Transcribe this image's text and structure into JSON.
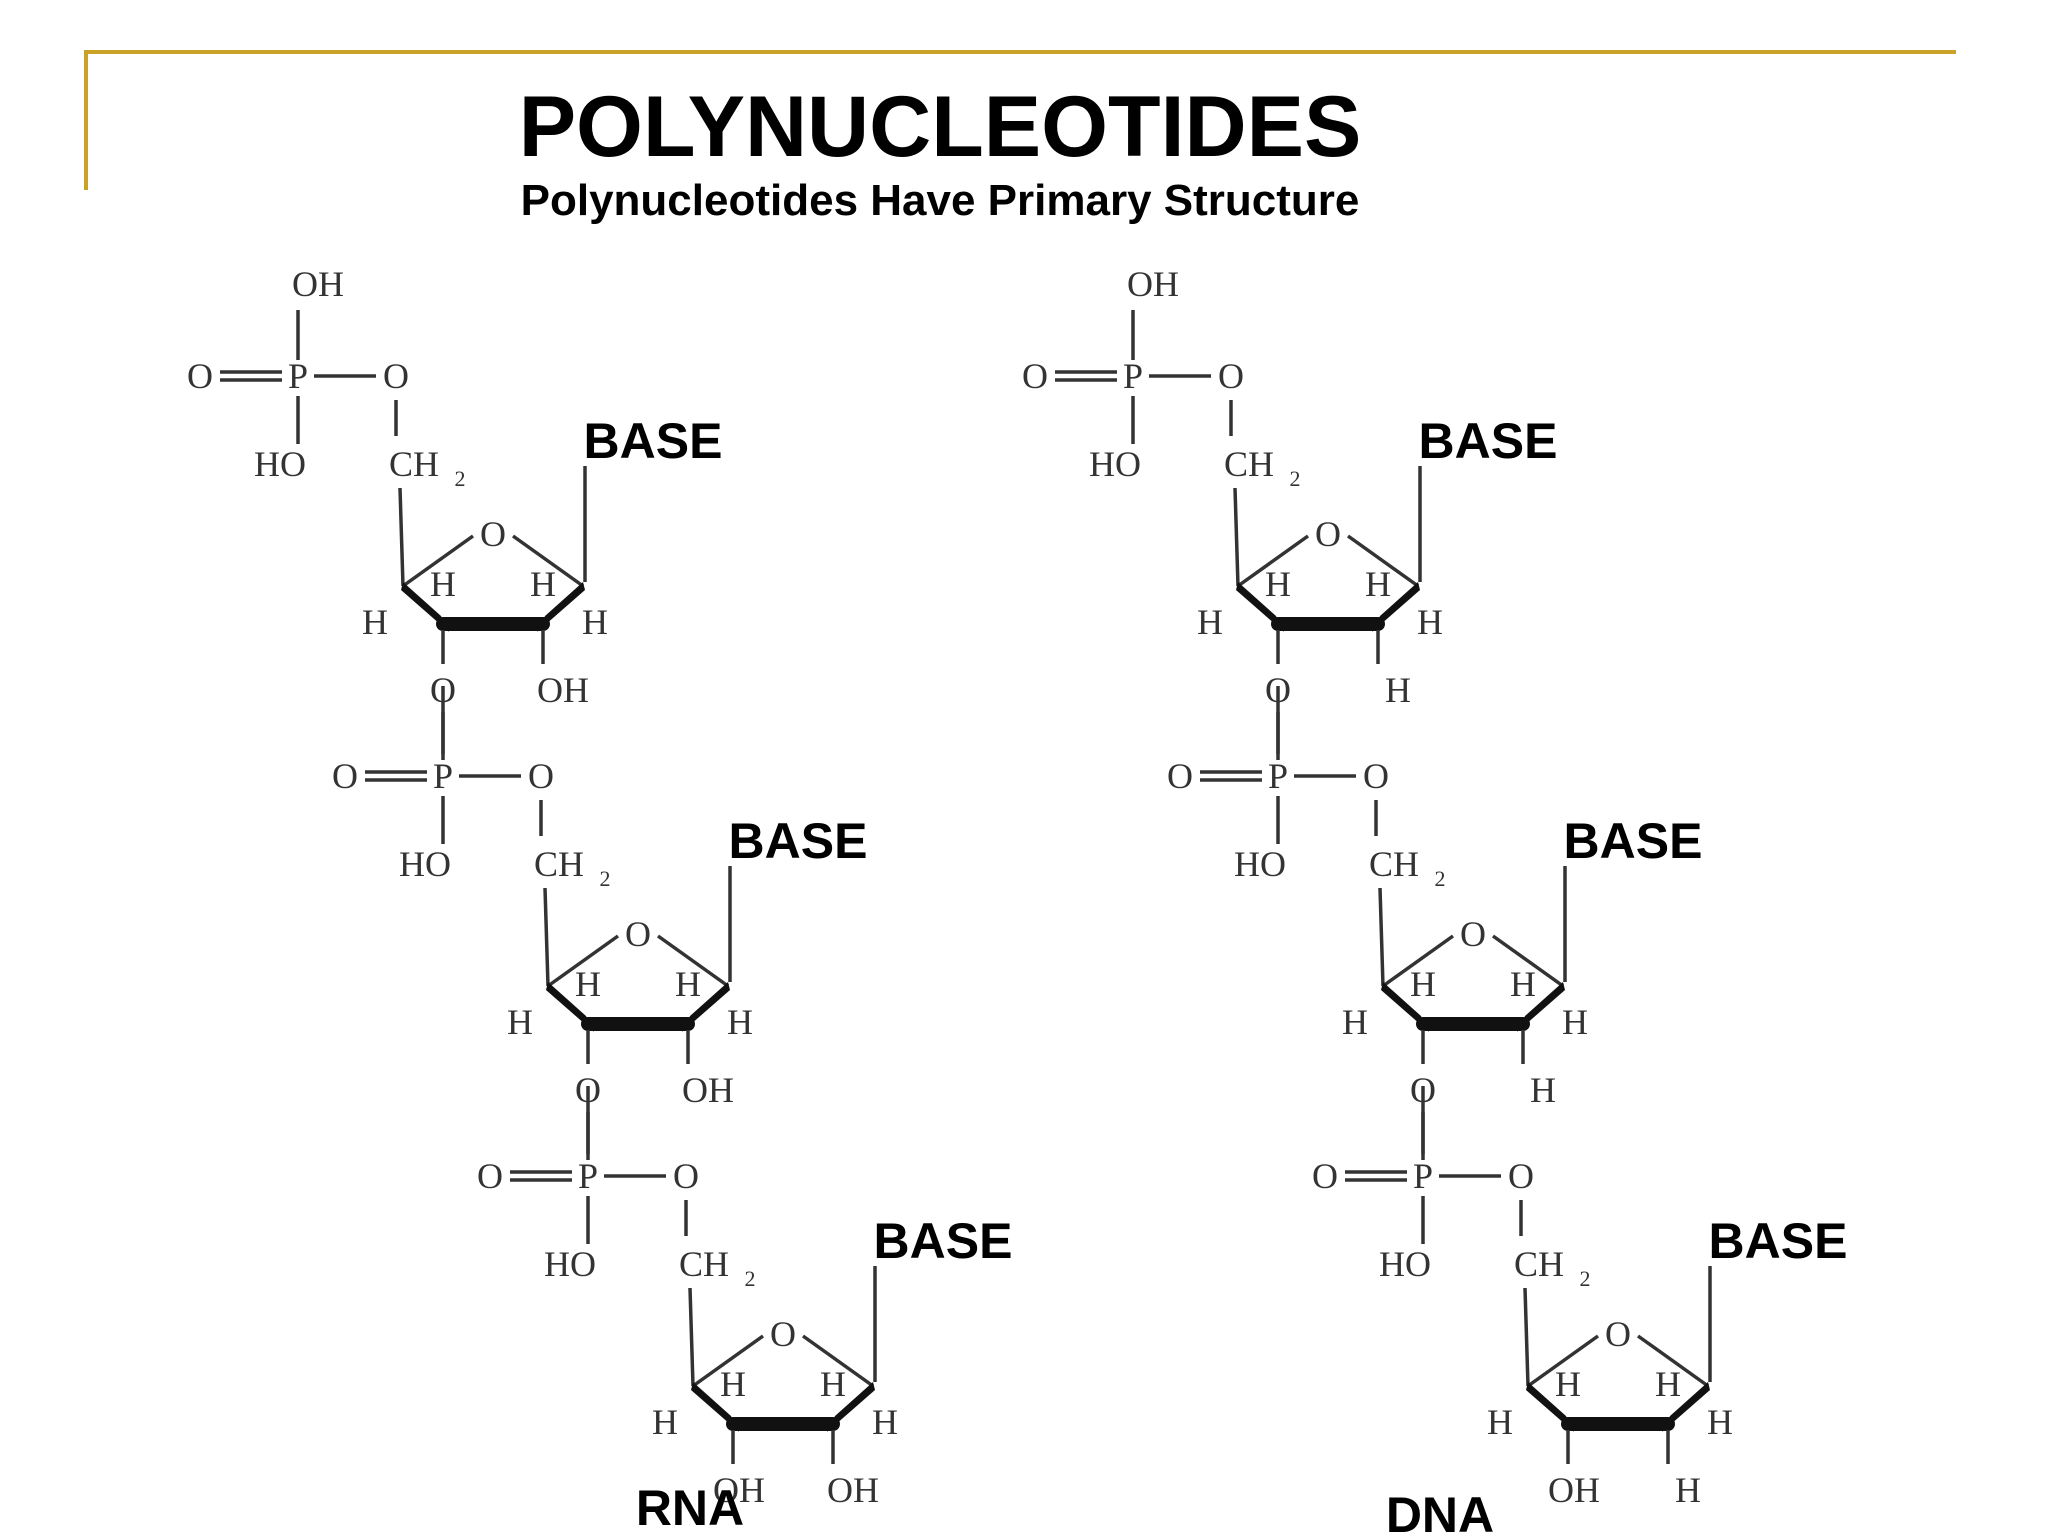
{
  "slide": {
    "title": "POLYNUCLEOTIDES",
    "subtitle": "Polynucleotides Have Primary Structure"
  },
  "atoms": {
    "oh": "OH",
    "ho": "HO",
    "o": "O",
    "p": "P",
    "h": "H",
    "ch": "CH",
    "sub2": "2"
  },
  "strands": [
    {
      "label": "RNA",
      "base_label": "BASE",
      "two_prime": "OH"
    },
    {
      "label": "DNA",
      "base_label": "BASE",
      "two_prime": "H"
    }
  ],
  "colors": {
    "accent": "#c9a227"
  }
}
